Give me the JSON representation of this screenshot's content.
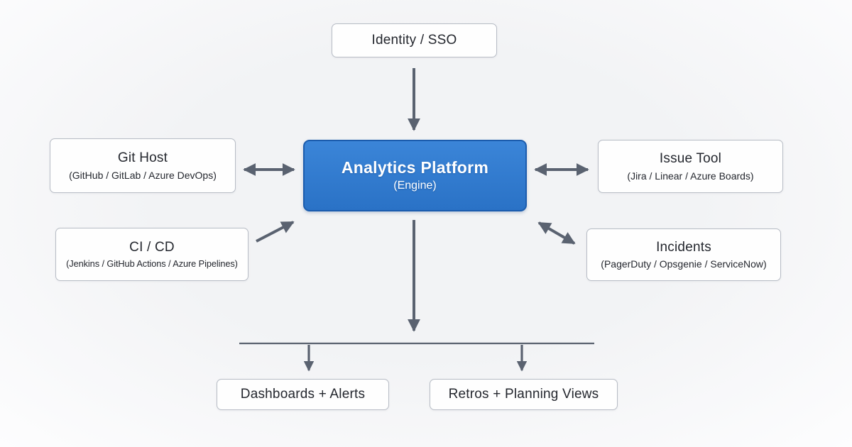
{
  "diagram": {
    "type": "architecture-flow",
    "nodes": {
      "identity": {
        "title": "Identity / SSO"
      },
      "platform": {
        "title": "Analytics Platform",
        "subtitle": "(Engine)"
      },
      "git_host": {
        "title": "Git Host",
        "subtitle": "(GitHub / GitLab / Azure DevOps)"
      },
      "issue_tool": {
        "title": "Issue Tool",
        "subtitle": "(Jira / Linear / Azure Boards)"
      },
      "cicd": {
        "title": "CI / CD",
        "subtitle": "(Jenkins / GitHub Actions / Azure Pipelines)"
      },
      "incidents": {
        "title": "Incidents",
        "subtitle": "(PagerDuty / Opsgenie / ServiceNow)"
      },
      "dashboards": {
        "title": "Dashboards + Alerts"
      },
      "retros": {
        "title": "Retros + Planning Views"
      }
    },
    "edges": [
      {
        "from": "identity",
        "to": "platform",
        "direction": "one-way"
      },
      {
        "from": "git_host",
        "to": "platform",
        "direction": "two-way"
      },
      {
        "from": "issue_tool",
        "to": "platform",
        "direction": "two-way"
      },
      {
        "from": "cicd",
        "to": "platform",
        "direction": "one-way"
      },
      {
        "from": "incidents",
        "to": "platform",
        "direction": "two-way"
      },
      {
        "from": "platform",
        "to": "dashboards",
        "direction": "one-way"
      },
      {
        "from": "platform",
        "to": "retros",
        "direction": "one-way"
      }
    ],
    "colors": {
      "background_center": "#f2f3f5",
      "background_edge": "#fdfdfe",
      "node_bg": "#fefefe",
      "node_border": "#b7bcc5",
      "node_text": "#24272e",
      "platform_bg_top": "#3b85d8",
      "platform_bg_bottom": "#2a72c6",
      "platform_border": "#1b5cad",
      "platform_text": "#ffffff",
      "arrow": "#5a6270"
    }
  }
}
